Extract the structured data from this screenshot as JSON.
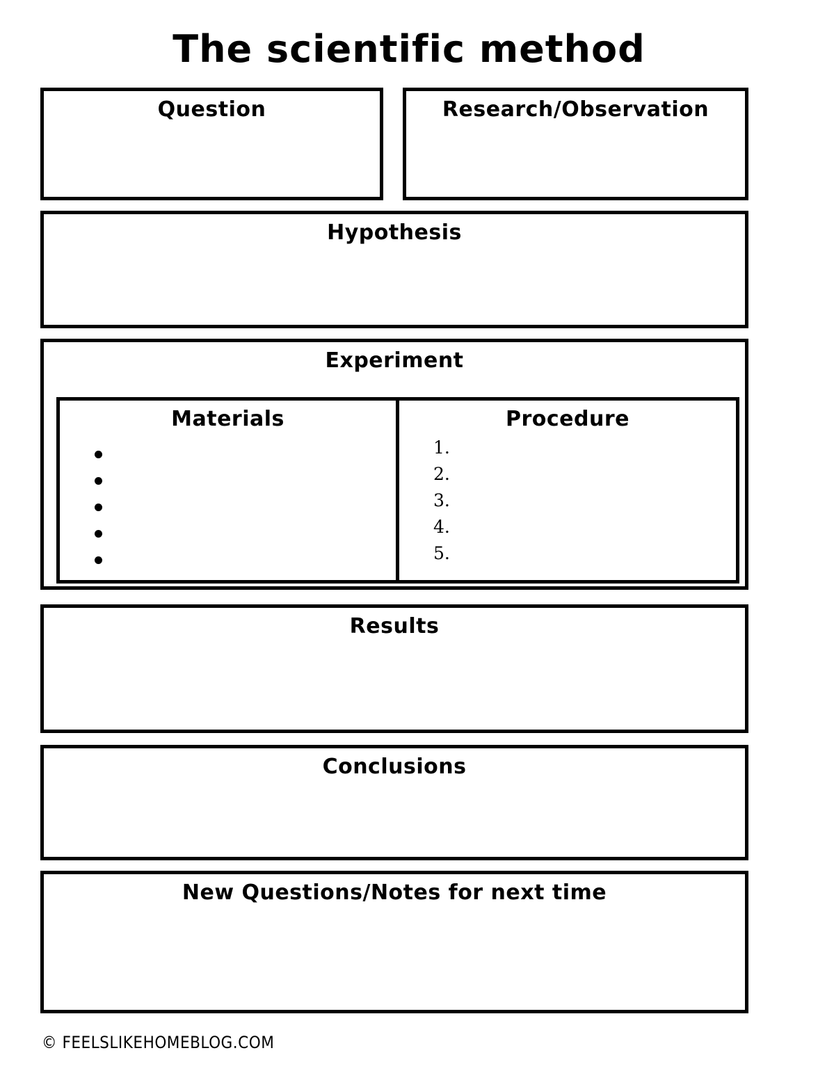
{
  "document": {
    "title": "The scientific method",
    "footer_credit": "© FEELSLIKEHOMEBLOG.COM"
  },
  "sections": {
    "question": {
      "header": "Question"
    },
    "research": {
      "header": "Research/Observation"
    },
    "hypothesis": {
      "header": "Hypothesis"
    },
    "experiment": {
      "header": "Experiment",
      "materials": {
        "header": "Materials",
        "bullets": [
          "",
          "",
          "",
          "",
          ""
        ],
        "bullet_count": 5
      },
      "procedure": {
        "header": "Procedure",
        "items": [
          "1.",
          "2.",
          "3.",
          "4.",
          "5."
        ]
      }
    },
    "results": {
      "header": "Results"
    },
    "conclusions": {
      "header": "Conclusions"
    },
    "new_questions": {
      "header": "New Questions/Notes for next time"
    }
  },
  "colors": {
    "ink": "#000000",
    "paper": "#ffffff"
  }
}
